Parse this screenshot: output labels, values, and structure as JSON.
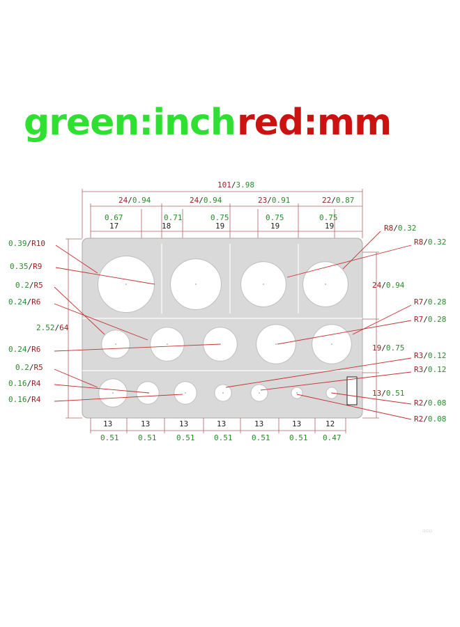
{
  "titles": {
    "inch": "green:inch",
    "mm": "red:mm"
  },
  "colors": {
    "inch": "#2fe032",
    "mm": "#cc1111",
    "plate": "#d9d9d9"
  },
  "overall": {
    "mm": "101",
    "inch": "3.98"
  },
  "height": {
    "inch": "2.52",
    "mm": "64"
  },
  "top_groups": [
    {
      "mm": "24",
      "inch": "0.94"
    },
    {
      "mm": "24",
      "inch": "0.94"
    },
    {
      "mm": "23",
      "inch": "0.91"
    },
    {
      "mm": "22",
      "inch": "0.87"
    }
  ],
  "top_cells": [
    {
      "inch": "0.67",
      "mm": "17"
    },
    {
      "inch": "0.71",
      "mm": "18"
    },
    {
      "inch": "0.75",
      "mm": "19"
    },
    {
      "inch": "0.75",
      "mm": "19"
    },
    {
      "inch": "0.75",
      "mm": "19"
    }
  ],
  "right_rows": [
    {
      "mm": "24",
      "inch": "0.94"
    },
    {
      "mm": "19",
      "inch": "0.75"
    },
    {
      "mm": "13",
      "inch": "0.51"
    }
  ],
  "bottom_cells": [
    {
      "mm": "13",
      "inch": "0.51"
    },
    {
      "mm": "13",
      "inch": "0.51"
    },
    {
      "mm": "13",
      "inch": "0.51"
    },
    {
      "mm": "13",
      "inch": "0.51"
    },
    {
      "mm": "13",
      "inch": "0.51"
    },
    {
      "mm": "13",
      "inch": "0.51"
    },
    {
      "mm": "12",
      "inch": "0.47"
    }
  ],
  "left_labels": [
    {
      "inch": "0.39",
      "mm": "R10"
    },
    {
      "inch": "0.35",
      "mm": "R9"
    },
    {
      "inch": "0.2",
      "mm": "R5"
    },
    {
      "inch": "0.24",
      "mm": "R6"
    },
    {
      "inch": "0.24",
      "mm": "R6"
    },
    {
      "inch": "0.2",
      "mm": "R5"
    },
    {
      "inch": "0.16",
      "mm": "R4"
    },
    {
      "inch": "0.16",
      "mm": "R4"
    }
  ],
  "right_labels": [
    {
      "mm": "R8",
      "inch": "0.32"
    },
    {
      "mm": "R8",
      "inch": "0.32"
    },
    {
      "mm": "R7",
      "inch": "0.28"
    },
    {
      "mm": "R7",
      "inch": "0.28"
    },
    {
      "mm": "R3",
      "inch": "0.12"
    },
    {
      "mm": "R3",
      "inch": "0.12"
    },
    {
      "mm": "R2",
      "inch": "0.08"
    },
    {
      "mm": "R2",
      "inch": "0.08"
    }
  ],
  "circles_mm": {
    "row1": [
      10,
      9,
      8,
      8
    ],
    "row2": [
      5,
      6,
      6,
      7,
      7
    ],
    "row3": [
      5,
      4,
      4,
      3,
      3,
      2,
      2
    ]
  }
}
